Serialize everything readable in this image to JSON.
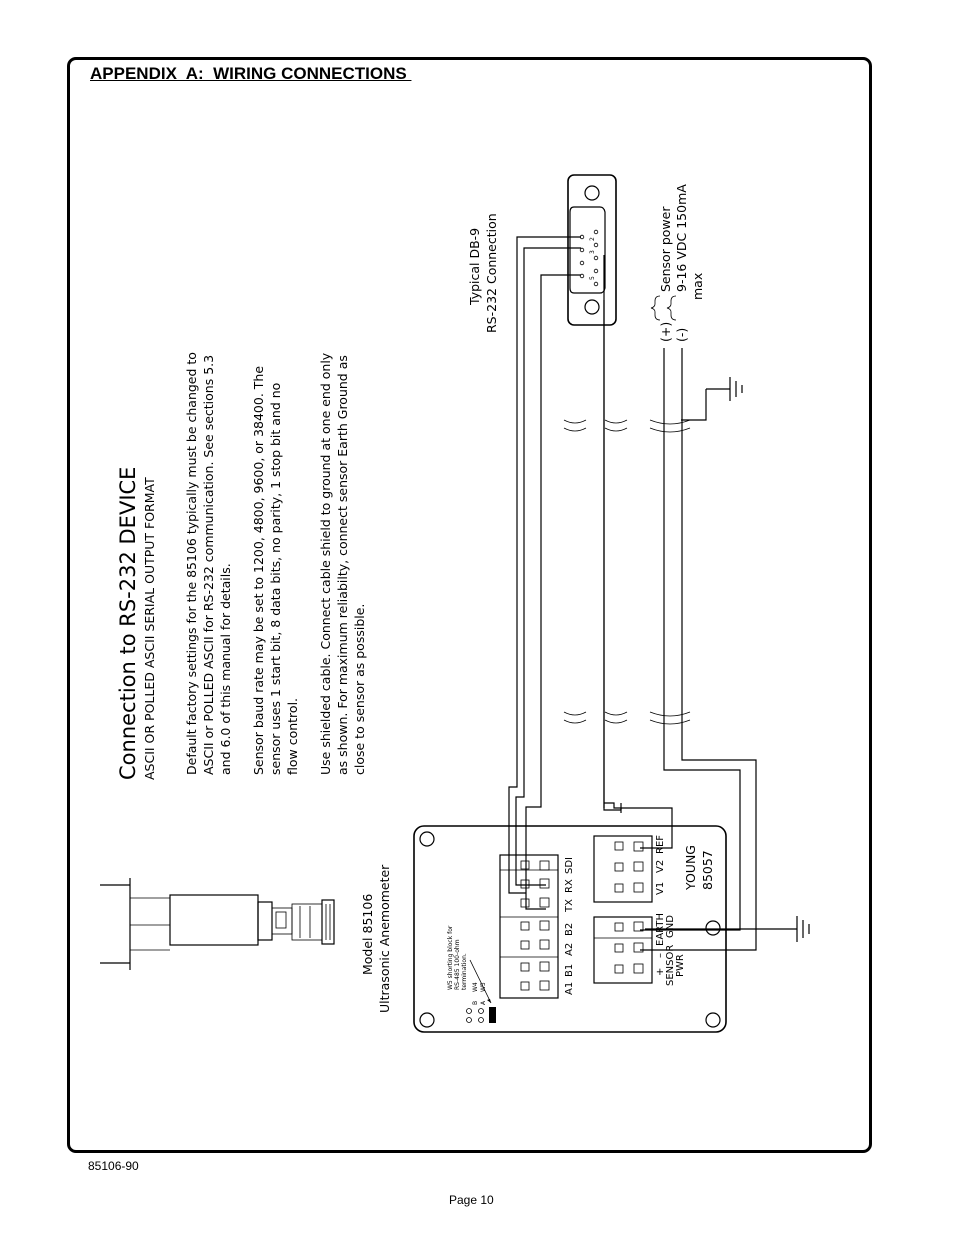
{
  "appendix_title": "APPENDIX  A:  WIRING CONNECTIONS ",
  "doc_number": "85106-90",
  "page_label": "Page 10",
  "diagram": {
    "title": "Connection  to  RS-232  DEVICE",
    "subtitle": "ASCII OR POLLED ASCII SERIAL OUTPUT FORMAT",
    "notes": [
      "Default  factory  settings  for  the  85106  typically  must  be  changed  to",
      "ASCII  or  POLLED ASCII  for  RS-232  communication.  See  sections  5.3",
      "and  6.0  of  this  manual  for  details.",
      "Sensor  baud  rate  may  be  set  to  1200,  4800,  9600,  or  38400.  The",
      "sensor  uses  1  start  bit,  8  data  bits,  no  parity,  1  stop  bit  and  no",
      "flow  control.",
      "Use  shielded  cable.  Connect  cable  shield  to  ground  at  one  end  only",
      "as  shown.  For  maximum  reliabilty,  connect  sensor  Earth  Ground  as",
      "close  to  sensor  as  possible."
    ],
    "db9_label_line1": "Typical  DB-9",
    "db9_label_line2": "RS-232  Connection",
    "db9_pins": [
      "5",
      "3",
      "2"
    ],
    "power_plus": "(+)",
    "power_minus": "(-)",
    "power_label_line1": "Sensor  power",
    "power_label_line2": "9-16  VDC  150mA",
    "power_label_line3": "max",
    "model_line1": "Model  85106",
    "model_line2": "Ultrasonic  Anemometer",
    "board_name_line1": "YOUNG",
    "board_name_line2": "85057",
    "terminals": {
      "rs485": [
        "A1",
        "B1",
        "A2",
        "B2"
      ],
      "rs232": [
        "TX",
        "RX",
        "SDI"
      ],
      "analog": [
        "V1",
        "V2",
        "REF"
      ],
      "power_plus": "+",
      "power_minus": "–",
      "sensor": "SENSOR",
      "pwr": "PWR",
      "earth": "EARTH",
      "gnd": "GND"
    },
    "jumper_note_line1": "W5 shorting block for",
    "jumper_note_line2": "RS-485 100-ohm",
    "jumper_note_line3": "termination.",
    "jumper_labels": [
      "B",
      "W4",
      "A",
      "W5"
    ]
  }
}
